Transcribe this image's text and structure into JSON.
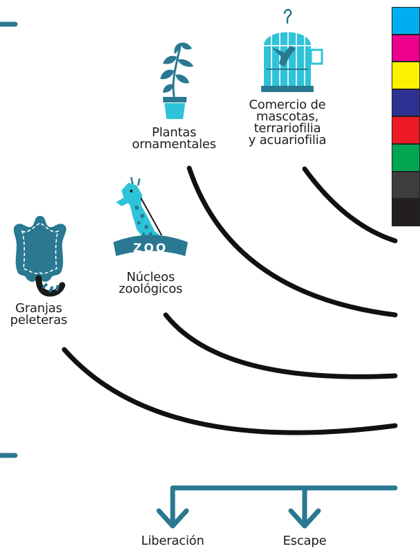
{
  "sources": {
    "plantas": {
      "lines": [
        "Plantas",
        "ornamentales"
      ],
      "icon": "potted-plant-icon"
    },
    "comercio": {
      "lines": [
        "Comercio de",
        "mascotas,",
        "terrariofilia",
        "y acuariofilia"
      ],
      "icon": "birdcage-icon"
    },
    "zoo": {
      "lines": [
        "Núcleos",
        "zoológicos"
      ],
      "icon": "giraffe-zoo-icon",
      "banner_text": "ZOO"
    },
    "granjas": {
      "lines": [
        "Granjas",
        "peleteras"
      ],
      "icon": "pelt-icon"
    }
  },
  "outcomes": {
    "liberacion": "Liberación",
    "escape": "Escape"
  },
  "colors": {
    "accent": "#2a7891",
    "accent_light": "#2ec3d8",
    "swatches": [
      "#00aeef",
      "#ec008c",
      "#fff200",
      "#2e3192",
      "#ed1c24",
      "#00a651",
      "#3d3d3f",
      "#231f20"
    ]
  }
}
